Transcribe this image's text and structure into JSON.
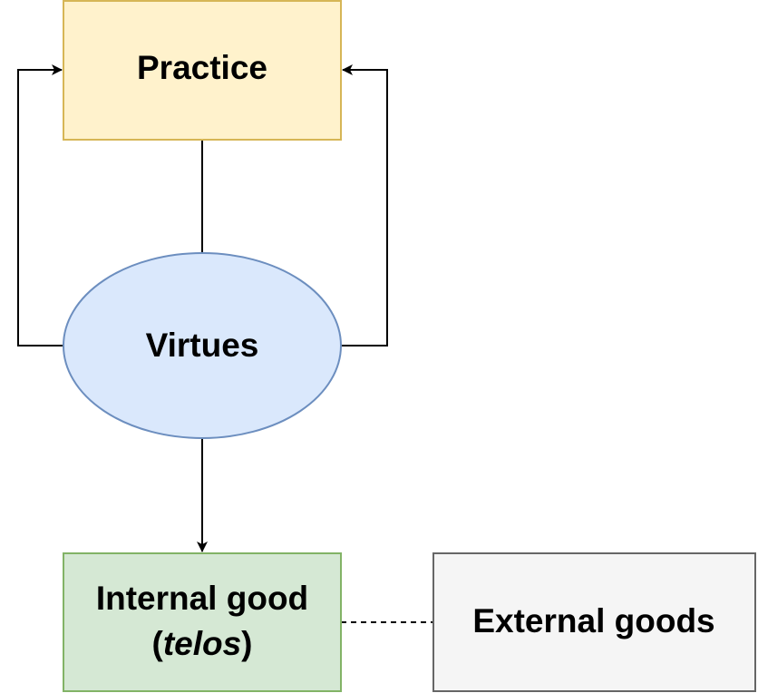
{
  "nodes": {
    "practice": {
      "label": "Practice",
      "fill": "#fff2cc",
      "stroke": "#d6b656"
    },
    "virtues": {
      "label": "Virtues",
      "fill": "#dae8fc",
      "stroke": "#6c8ebf"
    },
    "internal_good": {
      "label_line1": "Internal good",
      "label_open": "(",
      "label_telos": "telos",
      "label_close": ")",
      "fill": "#d5e8d4",
      "stroke": "#82b366"
    },
    "external_goods": {
      "label": "External goods",
      "fill": "#f5f5f5",
      "stroke": "#666666",
      "text_color": "#808080"
    }
  },
  "edges": {
    "stroke": "#000000",
    "dashed_stroke": "#000000"
  }
}
